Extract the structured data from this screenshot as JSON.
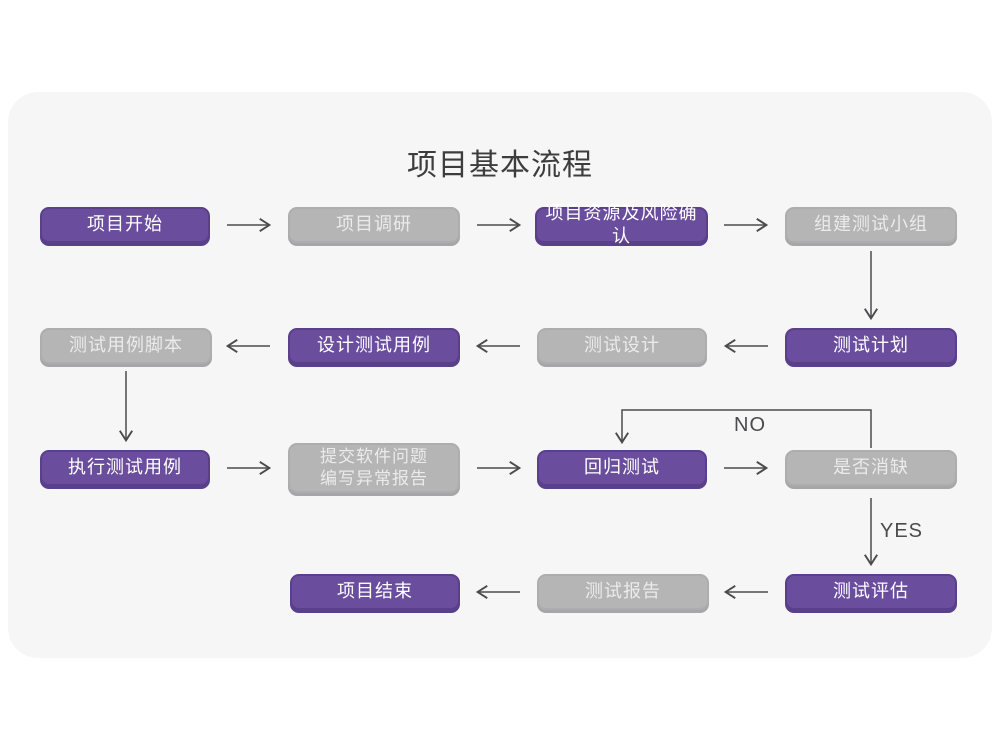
{
  "title": "项目基本流程",
  "colors": {
    "page_background": "#ffffff",
    "card_background": "#f6f6f7",
    "node_primary": "#6b4d9e",
    "node_primary_shadow": "#59408a",
    "node_secondary": "#b5b5b6",
    "node_secondary_shadow": "#a6a6a8",
    "arrow": "#4b4b4d",
    "title_text": "#3d3d3d"
  },
  "flowchart": {
    "nodes": [
      {
        "id": "project-start",
        "label": "项目开始",
        "type": "primary"
      },
      {
        "id": "project-research",
        "label": "项目调研",
        "type": "secondary"
      },
      {
        "id": "resource-risk-confirm",
        "label": "项目资源及风险确认",
        "type": "primary"
      },
      {
        "id": "build-test-team",
        "label": "组建测试小组",
        "type": "secondary"
      },
      {
        "id": "test-case-script",
        "label": "测试用例脚本",
        "type": "secondary"
      },
      {
        "id": "design-test-case",
        "label": "设计测试用例",
        "type": "primary"
      },
      {
        "id": "test-design",
        "label": "测试设计",
        "type": "secondary"
      },
      {
        "id": "test-plan",
        "label": "测试计划",
        "type": "primary"
      },
      {
        "id": "execute-test-case",
        "label": "执行测试用例",
        "type": "primary"
      },
      {
        "id": "submit-issue-report",
        "label": "提交软件问题\n编写异常报告",
        "type": "secondary"
      },
      {
        "id": "regression-test",
        "label": "回归测试",
        "type": "primary"
      },
      {
        "id": "defect-cleared",
        "label": "是否消缺",
        "type": "secondary"
      },
      {
        "id": "project-end",
        "label": "项目结束",
        "type": "primary"
      },
      {
        "id": "test-report",
        "label": "测试报告",
        "type": "secondary"
      },
      {
        "id": "test-evaluation",
        "label": "测试评估",
        "type": "primary"
      }
    ],
    "edges": [
      {
        "from": "project-start",
        "to": "project-research"
      },
      {
        "from": "project-research",
        "to": "resource-risk-confirm"
      },
      {
        "from": "resource-risk-confirm",
        "to": "build-test-team"
      },
      {
        "from": "build-test-team",
        "to": "test-plan"
      },
      {
        "from": "test-plan",
        "to": "test-design"
      },
      {
        "from": "test-design",
        "to": "design-test-case"
      },
      {
        "from": "design-test-case",
        "to": "test-case-script"
      },
      {
        "from": "test-case-script",
        "to": "execute-test-case"
      },
      {
        "from": "execute-test-case",
        "to": "submit-issue-report"
      },
      {
        "from": "submit-issue-report",
        "to": "regression-test"
      },
      {
        "from": "regression-test",
        "to": "defect-cleared"
      },
      {
        "from": "defect-cleared",
        "to": "regression-test",
        "label": "NO"
      },
      {
        "from": "defect-cleared",
        "to": "test-evaluation",
        "label": "YES"
      },
      {
        "from": "test-evaluation",
        "to": "test-report"
      },
      {
        "from": "test-report",
        "to": "project-end"
      }
    ],
    "labels": {
      "no": "NO",
      "yes": "YES"
    }
  }
}
